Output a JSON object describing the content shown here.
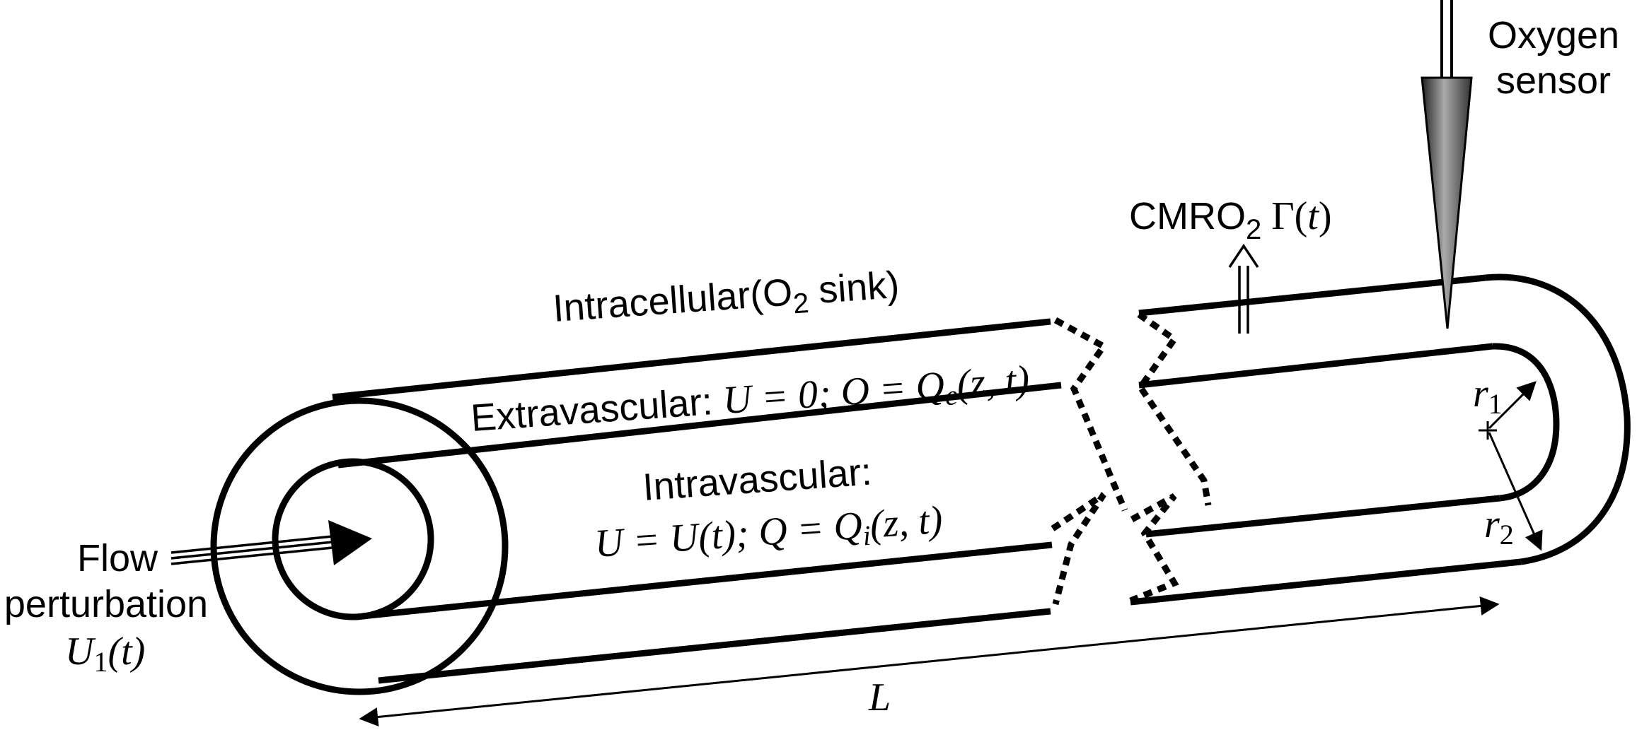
{
  "labels": {
    "oxygen_sensor_line1": "Oxygen",
    "oxygen_sensor_line2": "sensor",
    "cmro2_prefix": "CMRO",
    "cmro2_sub": "2",
    "gamma": "Γ(",
    "gamma_t": "t",
    "gamma_close": ")",
    "intracellular_prefix": "Intracellular(O",
    "intracellular_sub": "2",
    "intracellular_suffix": " sink)",
    "extravascular_text": "Extravascular: ",
    "extravascular_eq1": "U = 0; Q = Q",
    "extravascular_eq_sub": "e",
    "extravascular_eq2": "(z, t)",
    "intravascular_text": "Intravascular:",
    "intravascular_eq1": "U = U(t); Q = Q",
    "intravascular_eq_sub": "i",
    "intravascular_eq2": "(z, t)",
    "flow_line1": "Flow",
    "flow_line2": "perturbation",
    "flow_u": "U",
    "flow_u_sub": "1",
    "flow_u_rest": "(t)",
    "r1": "r",
    "r1_sub": "1",
    "r2": "r",
    "r2_sub": "2",
    "length": "L"
  }
}
